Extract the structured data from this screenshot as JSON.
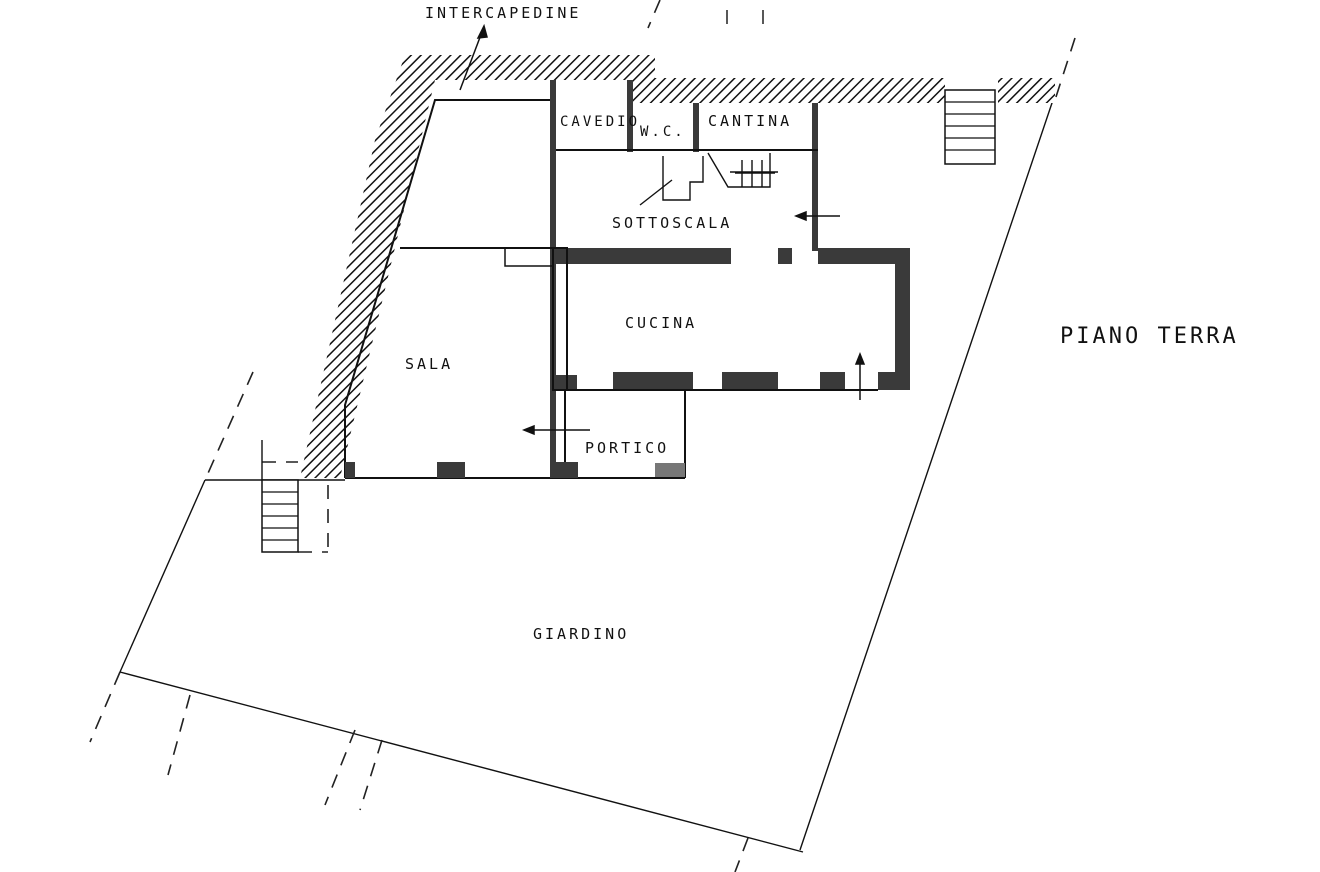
{
  "title": "PIANO TERRA",
  "rooms": {
    "intercapedine": "INTERCAPEDINE",
    "cavedio": "CAVEDIO",
    "wc": "W.C.",
    "cantina": "CANTINA",
    "sottoscala": "SOTTOSCALA",
    "cucina": "CUCINA",
    "sala": "SALA",
    "portico": "PORTICO",
    "giardino": "GIARDINO"
  },
  "colors": {
    "ink": "#111111",
    "wall_fill": "#3a3a3a",
    "paper": "#ffffff"
  }
}
